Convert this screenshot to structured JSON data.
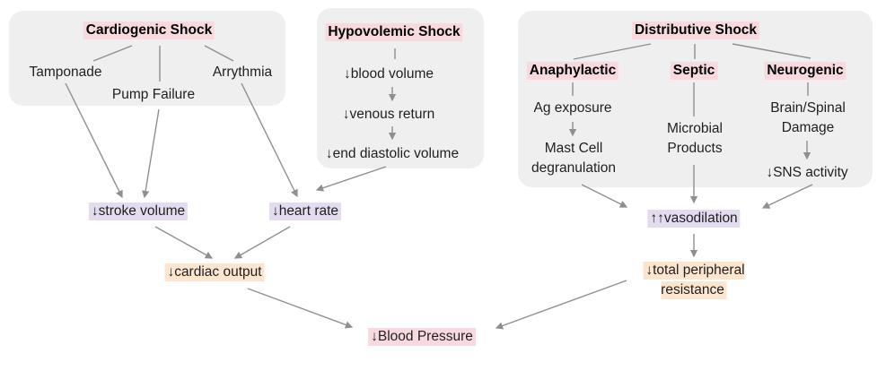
{
  "diagram": {
    "groups": {
      "cardiogenic": {
        "title": "Cardiogenic Shock",
        "causes": {
          "tamponade": "Tamponade",
          "pump_failure": "Pump Failure",
          "arrythmia": "Arrythmia"
        }
      },
      "hypovolemic": {
        "title": "Hypovolemic Shock",
        "steps": {
          "blood_volume": "↓blood volume",
          "venous_return": "↓venous return",
          "end_diastolic_volume": "↓end diastolic volume"
        }
      },
      "distributive": {
        "title": "Distributive Shock",
        "anaphylactic": {
          "title": "Anaphylactic",
          "ag_exposure": "Ag exposure",
          "mast_cell_degranulation": "Mast Cell degranulation"
        },
        "septic": {
          "title": "Septic",
          "microbial_products": "Microbial Products"
        },
        "neurogenic": {
          "title": "Neurogenic",
          "brain_spinal_damage": "Brain/Spinal Damage",
          "sns_activity": "↓SNS activity"
        }
      }
    },
    "outcomes": {
      "stroke_volume": "↓stroke volume",
      "heart_rate": "↓heart rate",
      "vasodilation": "↑↑vasodilation",
      "cardiac_output": "↓cardiac output",
      "total_peripheral_resistance": "↓total peripheral resistance",
      "blood_pressure": "↓Blood Pressure"
    },
    "colors": {
      "group_box": "#efefef",
      "highlight_pink": "#f8dade",
      "highlight_lavender": "#e2dcee",
      "highlight_peach": "#fce5cf",
      "arrow": "#8f8f8f",
      "text": "#1f1f1f"
    }
  }
}
